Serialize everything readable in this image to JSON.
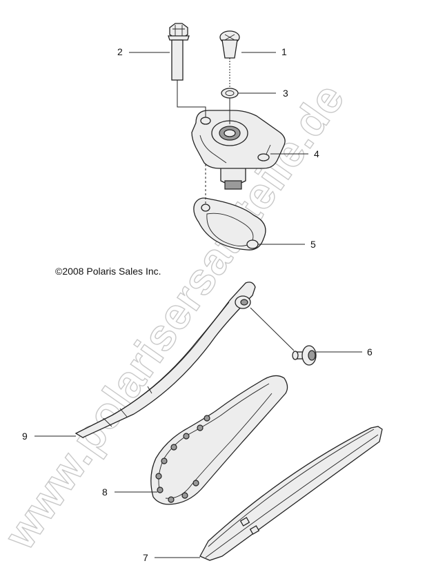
{
  "copyright": "©2008 Polaris Sales Inc.",
  "watermark": "www.polarisersatzteile.de",
  "callouts": [
    "1",
    "2",
    "3",
    "4",
    "5",
    "6",
    "7",
    "8",
    "9"
  ]
}
